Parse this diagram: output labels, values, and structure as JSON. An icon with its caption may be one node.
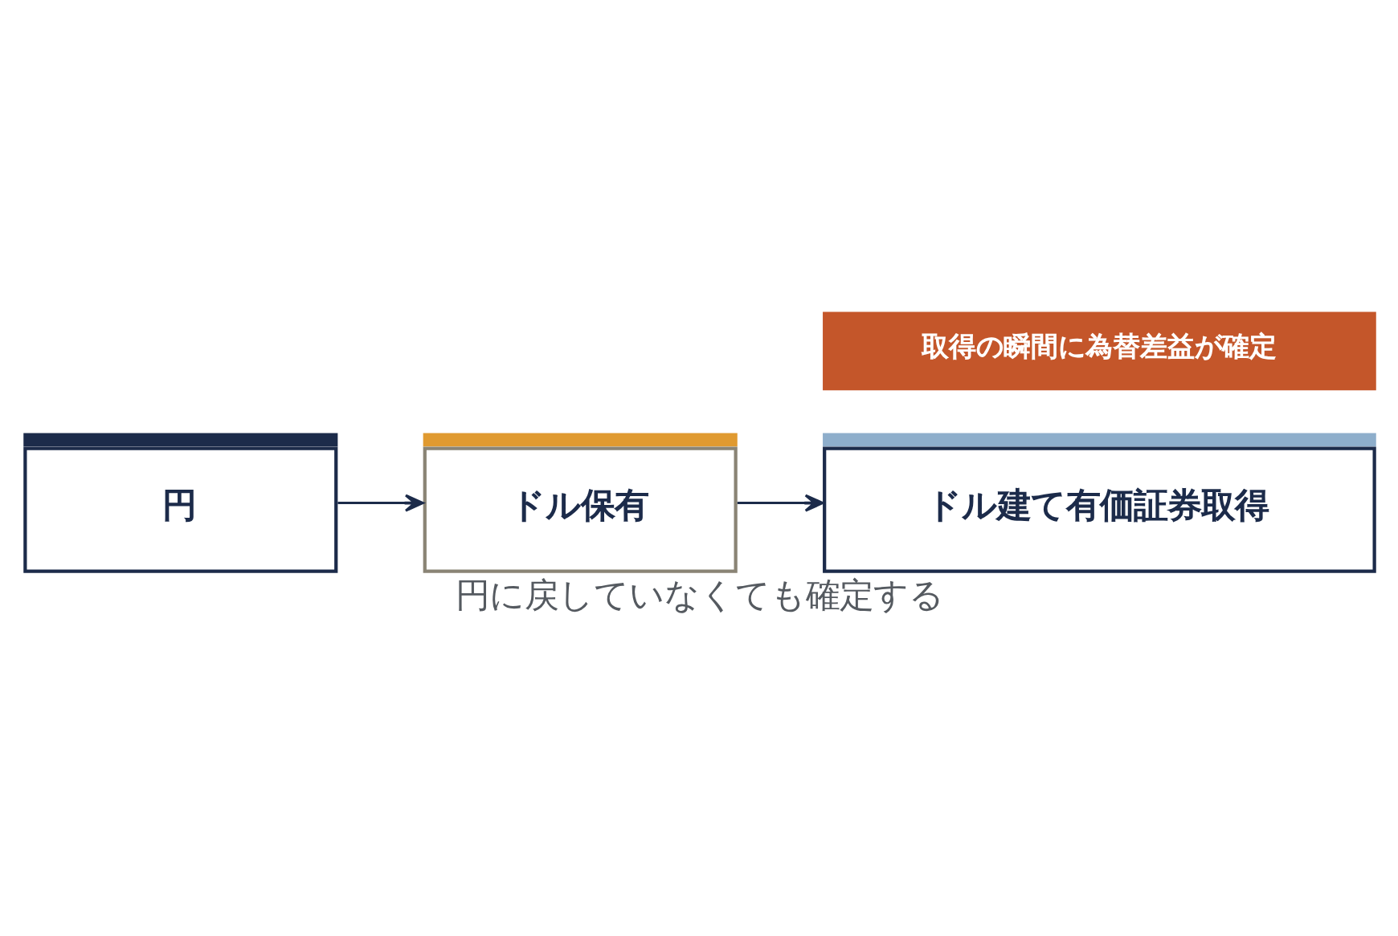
{
  "diagram": {
    "caption": "円に戻していなくても確定する",
    "nodes": [
      {
        "text": [
          "円"
        ]
      },
      {
        "text": [
          "ドル保有"
        ]
      },
      {
        "text": [
          "ドル建て有価証券取得"
        ]
      },
      {
        "text": [
          "取得の瞬間に為替差益が確定"
        ]
      }
    ],
    "edges": [
      {
        "from": 0,
        "to": 1,
        "arrow": "to"
      },
      {
        "from": 1,
        "to": 2,
        "arrow": "to"
      }
    ]
  }
}
